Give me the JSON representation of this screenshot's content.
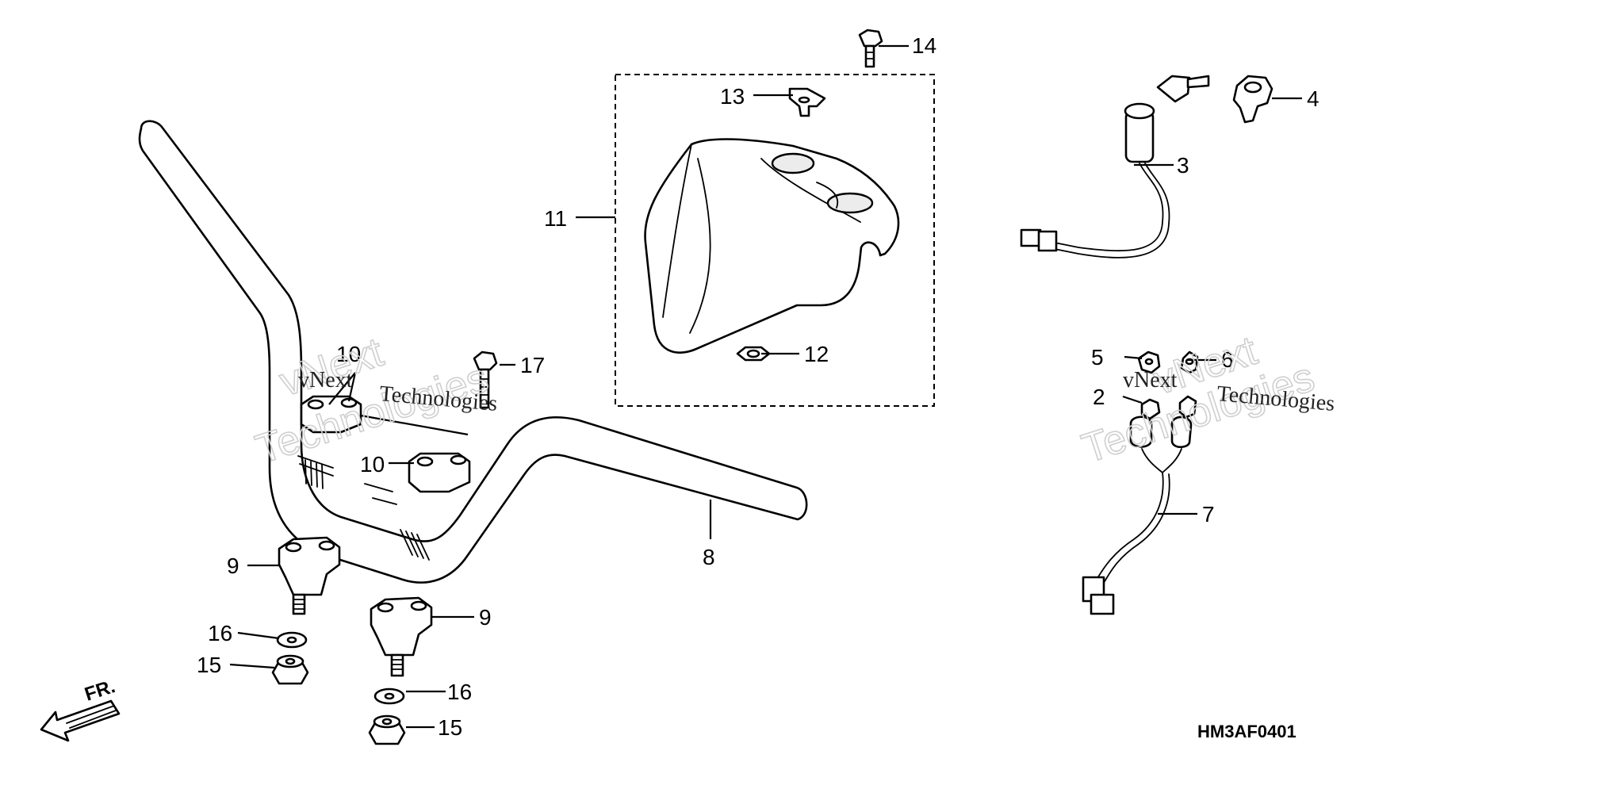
{
  "diagram": {
    "drawing_code": "HM3AF0401",
    "direction_label": "FR.",
    "watermark": {
      "line1": "vNext",
      "line2": "Technologies"
    },
    "callouts": {
      "c2": "2",
      "c3": "3",
      "c4": "4",
      "c5": "5",
      "c6": "6",
      "c7": "7",
      "c8": "8",
      "c9a": "9",
      "c9b": "9",
      "c10a": "10",
      "c10b": "10",
      "c11": "11",
      "c12": "12",
      "c13": "13",
      "c14": "14",
      "c15a": "15",
      "c15b": "15",
      "c16a": "16",
      "c16b": "16",
      "c17": "17"
    }
  }
}
